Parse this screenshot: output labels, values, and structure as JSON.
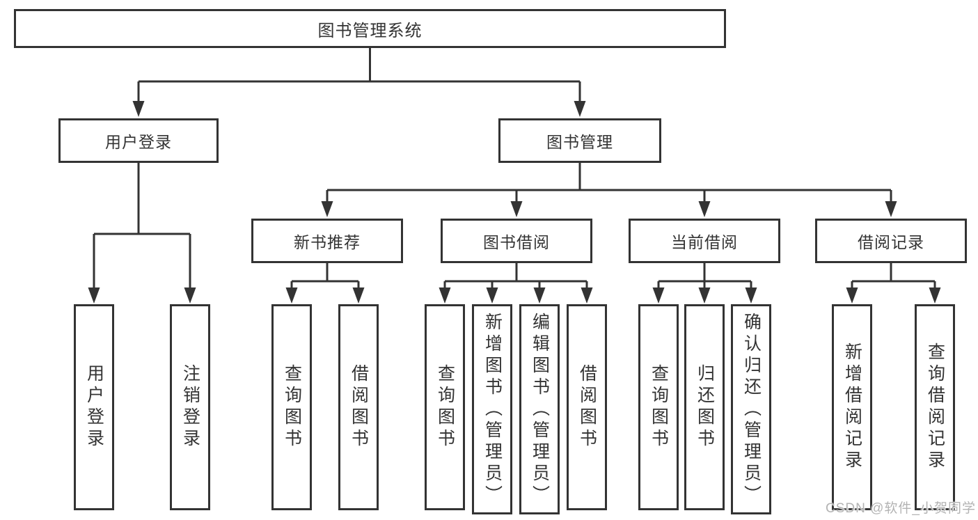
{
  "colors": {
    "line": "#333333",
    "text": "#333333",
    "watermark": "#b3b3b3",
    "background": "#ffffff"
  },
  "tree": {
    "root": {
      "label": "图书管理系统",
      "children": [
        {
          "label": "用户登录",
          "children": [
            {
              "label": "用户登录"
            },
            {
              "label": "注销登录"
            }
          ]
        },
        {
          "label": "图书管理",
          "children": [
            {
              "label": "新书推荐",
              "children": [
                {
                  "label": "查询图书"
                },
                {
                  "label": "借阅图书"
                }
              ]
            },
            {
              "label": "图书借阅",
              "children": [
                {
                  "label": "查询图书"
                },
                {
                  "label": "新增图书（管理员）"
                },
                {
                  "label": "编辑图书（管理员）"
                },
                {
                  "label": "借阅图书"
                }
              ]
            },
            {
              "label": "当前借阅",
              "children": [
                {
                  "label": "查询图书"
                },
                {
                  "label": "归还图书"
                },
                {
                  "label": "确认归还（管理员）"
                }
              ]
            },
            {
              "label": "借阅记录",
              "children": [
                {
                  "label": "新增借阅记录"
                },
                {
                  "label": "查询借阅记录"
                }
              ]
            }
          ]
        }
      ]
    }
  },
  "watermark": {
    "text": "CSDN @软件_小贺同学"
  }
}
